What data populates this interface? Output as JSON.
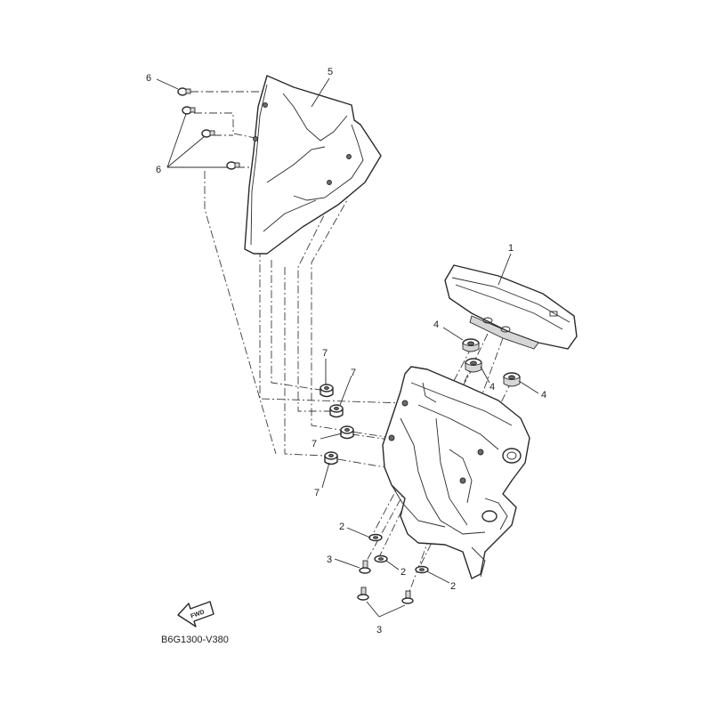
{
  "diagram_code": "B6G1300-V380",
  "fwd_label": "FWD",
  "callouts": {
    "c1": "1",
    "c2a": "2",
    "c2b": "2",
    "c2c": "2",
    "c3a": "3",
    "c3b": "3",
    "c4a": "4",
    "c4b": "4",
    "c4c": "4",
    "c5": "5",
    "c6a": "6",
    "c6b": "6",
    "c7a": "7",
    "c7b": "7",
    "c7c": "7",
    "c7d": "7"
  },
  "colors": {
    "line": "#2a2a2a",
    "shade": "#d6d6d6",
    "background": "#ffffff"
  }
}
